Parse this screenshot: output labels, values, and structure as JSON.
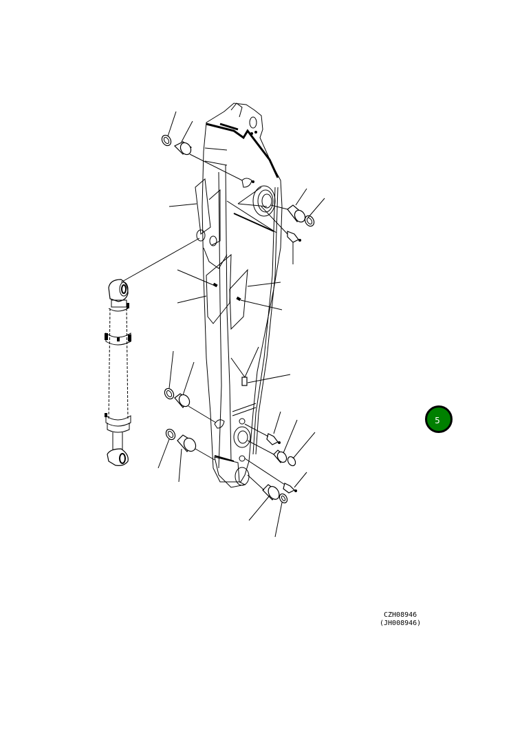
{
  "diagram": {
    "type": "exploded-parts-view",
    "subject": "excavator arm with cylinder, bushings, seals and grease fittings",
    "callout": {
      "label": "5",
      "color": "#008000",
      "border_color": "#000000"
    },
    "figure_codes": {
      "primary": "CZH08946",
      "secondary": "(JH008946)"
    },
    "parts_shown": [
      "arm-body",
      "arm-cylinder",
      "top-pin-seal",
      "top-bushing",
      "right-top-bushing",
      "right-top-seal",
      "grease-fitting-top",
      "wear-plate-left",
      "wear-plate-right",
      "bracket-left",
      "cylinder-mount-seal",
      "cylinder-mount-bushing",
      "middle-seal",
      "middle-bushing",
      "grease-fitting-mid",
      "right-mid-bushing",
      "right-mid-seal",
      "grease-fitting-bottom",
      "bottom-bushing",
      "bottom-seal",
      "block-pad"
    ],
    "leader_line_count": 21
  }
}
